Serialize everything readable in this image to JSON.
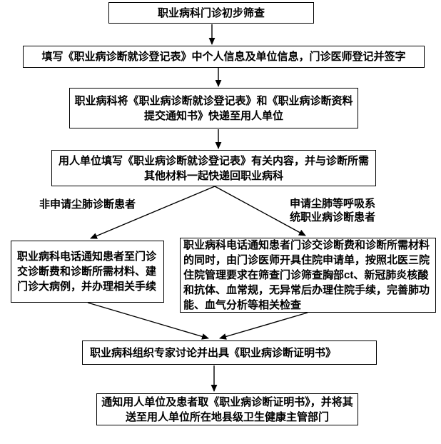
{
  "colors": {
    "line": "#000000",
    "box_border": "#000000",
    "box_fill": "#ffffff",
    "text": "#000000"
  },
  "flowchart": {
    "nodes": [
      {
        "id": "initial-screening",
        "text": "职业病科门诊初步筛查"
      },
      {
        "id": "fill-registration-form",
        "text": "填写《职业病诊断就诊登记表》中个人信息及单位信息，门诊医师登记并签字"
      },
      {
        "id": "mail-forms-to-employer",
        "text": "职业病科将《职业病诊断就诊登记表》和《职业病诊断资料提交通知书》快递至用人单位"
      },
      {
        "id": "employer-fills-and-returns",
        "text": "用人单位填写《职业病诊断就诊登记表》有关内容，并与诊断所需其他材料一起快递回职业病科"
      },
      {
        "id": "non-pneumoconiosis-outpatient",
        "text": "职业病科电话通知患者至门诊交诊断费和诊断所需材料、建门诊大病例，并办理相关手续"
      },
      {
        "id": "pneumoconiosis-hospitalization",
        "text": "职业病科电话通知患者门诊交诊断费和诊断所需材料的同时，由门诊医师开具住院申请单，按照北医三院住院管理要求在筛查门诊筛查胸部ct、新冠肺炎核酸和抗体、血常规，无异常后办理住院手续，完善肺功能、血气分析等相关检查"
      },
      {
        "id": "expert-discussion-certificate",
        "text": "职业病科组织专家讨论并出具《职业病诊断证明书》"
      },
      {
        "id": "notify-deliver-certificate",
        "text": "通知用人单位及患者取《职业病诊断证明书》，并将其送至用人单位所在地县级卫生健康主管部门"
      }
    ],
    "branch_labels": {
      "left": "非申请尘肺诊断患者",
      "right": "申请尘肺等呼吸系统职业病诊断患者"
    },
    "edges": [
      {
        "from": "initial-screening",
        "to": "fill-registration-form"
      },
      {
        "from": "fill-registration-form",
        "to": "mail-forms-to-employer"
      },
      {
        "from": "mail-forms-to-employer",
        "to": "employer-fills-and-returns"
      },
      {
        "from": "employer-fills-and-returns",
        "to": "non-pneumoconiosis-outpatient",
        "label": "非申请尘肺诊断患者"
      },
      {
        "from": "employer-fills-and-returns",
        "to": "pneumoconiosis-hospitalization",
        "label": "申请尘肺等呼吸系统职业病诊断患者"
      },
      {
        "from": "non-pneumoconiosis-outpatient",
        "to": "expert-discussion-certificate"
      },
      {
        "from": "pneumoconiosis-hospitalization",
        "to": "expert-discussion-certificate"
      },
      {
        "from": "expert-discussion-certificate",
        "to": "notify-deliver-certificate"
      }
    ]
  }
}
